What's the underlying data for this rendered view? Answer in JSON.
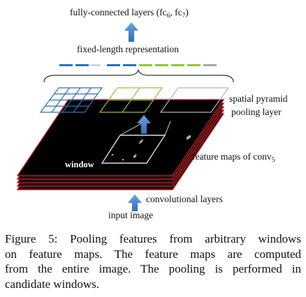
{
  "figure": {
    "fc_label": "fully-connected layers (fc",
    "fc_sub6": "6",
    "fc_mid": ", fc",
    "fc_sub7": "7",
    "fc_end": ")",
    "repr_label": "fixed-length representation",
    "spp_label_line1": "spatial pyramid",
    "spp_label_line2": "pooling layer",
    "window_label": "window",
    "feature_maps_label": "feature maps of conv",
    "feature_maps_sub": "5",
    "conv_label": "convolutional layers",
    "input_label": "input image",
    "vector_dots": ".......",
    "colors": {
      "blue": "#2f6fb5",
      "green": "#8cc63f",
      "gray": "#a6a6a6",
      "arrow": "#4a86c5",
      "map_edge": "#c0141b"
    }
  },
  "caption": {
    "line1": "Figure 5: Pooling features from arbitrary windows",
    "line2": "on feature maps. The feature maps are computed",
    "line3": "from the entire image. The pooling is performed in",
    "line4": "candidate windows."
  }
}
